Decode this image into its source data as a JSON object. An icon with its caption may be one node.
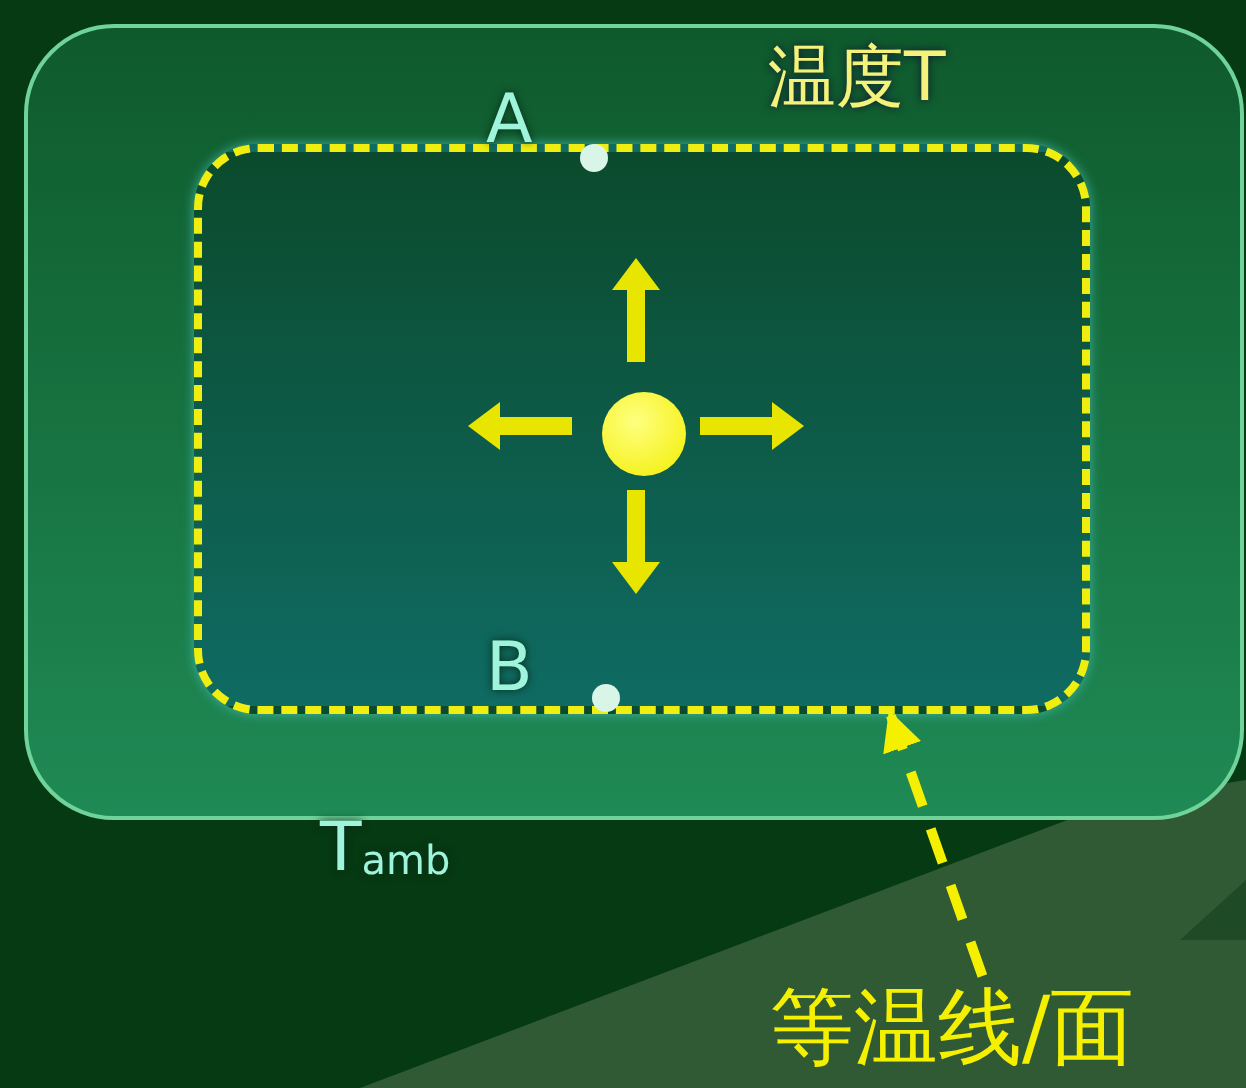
{
  "diagram": {
    "nodes": [
      {
        "text": [
          "温度T"
        ]
      },
      {
        "text": [],
        "shape": "box",
        "in": 0
      },
      {
        "text": [],
        "shape": "circle",
        "in": 1
      },
      {
        "text": [
          "等温线/面"
        ]
      }
    ],
    "edges": [
      {
        "from": 3,
        "to": 1,
        "arrow": "to",
        "style": "dashed"
      }
    ],
    "labels": [
      "A",
      "B",
      "T$_{amb}$"
    ]
  }
}
